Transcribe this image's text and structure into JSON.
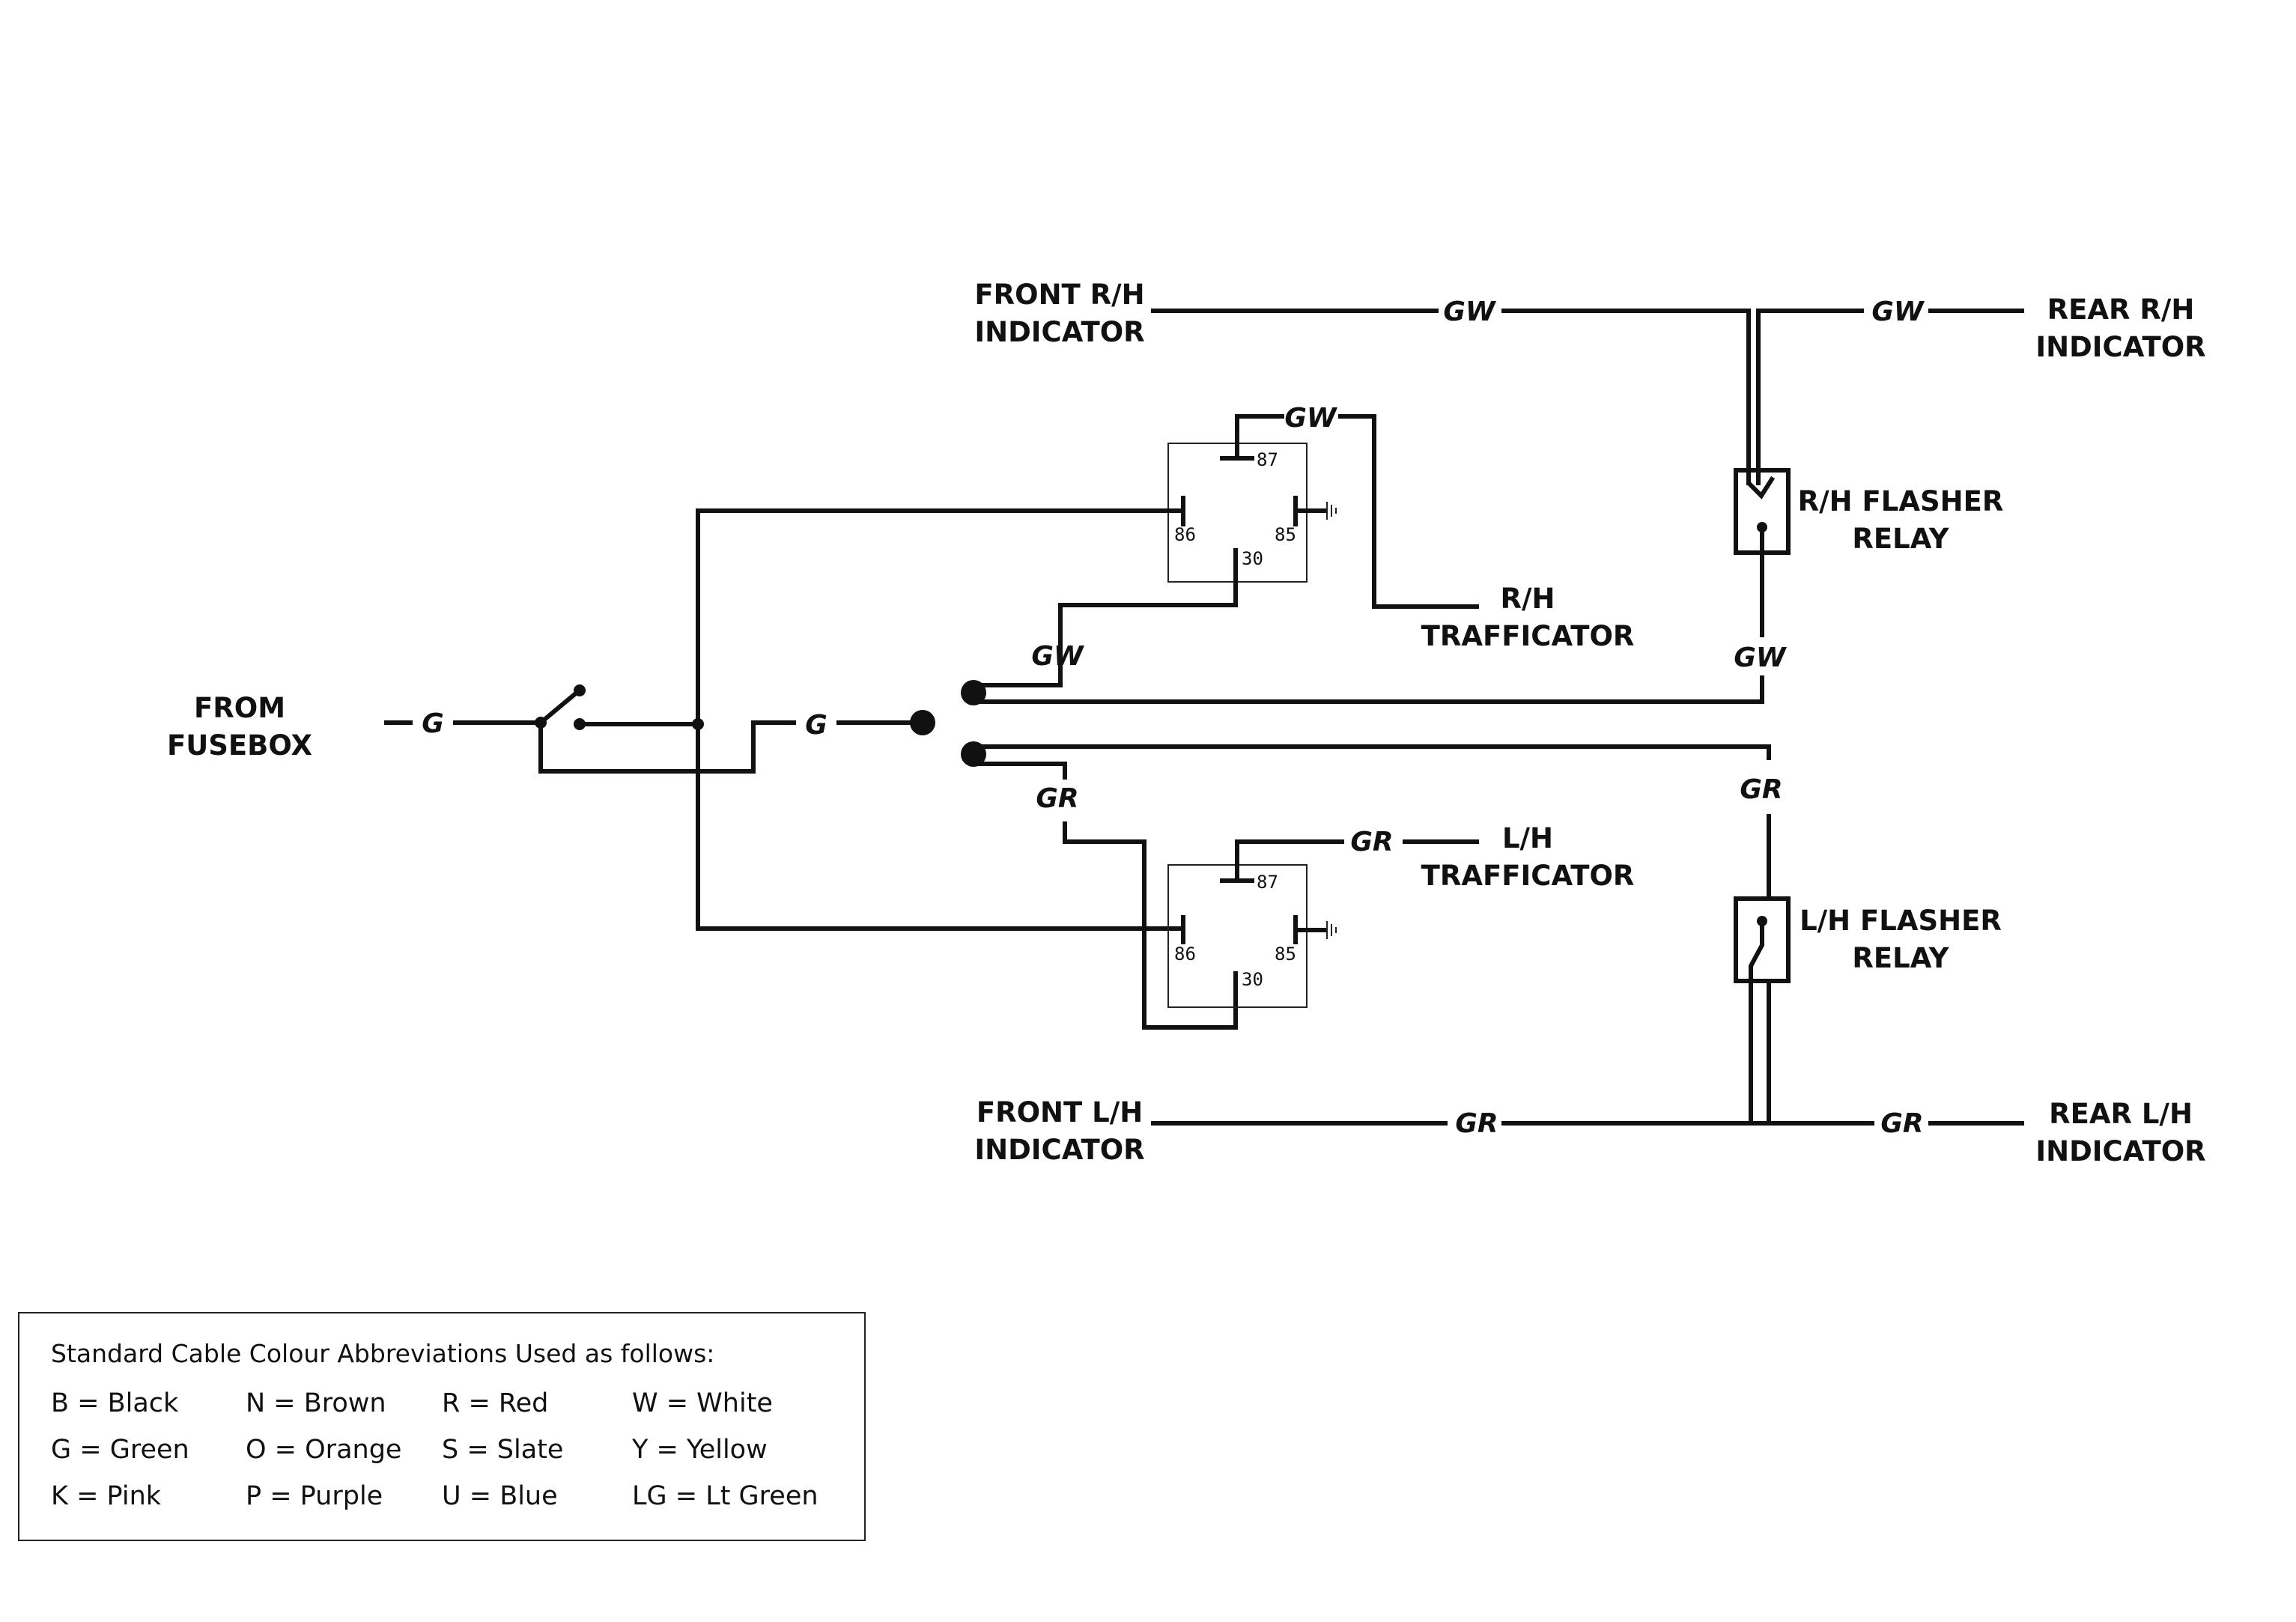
{
  "labels": {
    "front_rh": [
      "FRONT R/H",
      "INDICATOR"
    ],
    "rear_rh": [
      "REAR R/H",
      "INDICATOR"
    ],
    "rh_flasher": [
      "R/H FLASHER",
      "RELAY"
    ],
    "rh_trafficator": [
      "R/H",
      "TRAFFICATOR"
    ],
    "from_fusebox": [
      "FROM",
      "FUSEBOX"
    ],
    "lh_trafficator": [
      "L/H",
      "TRAFFICATOR"
    ],
    "lh_flasher": [
      "L/H FLASHER",
      "RELAY"
    ],
    "front_lh": [
      "FRONT L/H",
      "INDICATOR"
    ],
    "rear_lh": [
      "REAR L/H",
      "INDICATOR"
    ]
  },
  "wire_labels": {
    "gw_front": "GW",
    "gw_rear": "GW",
    "gw_relay_top": "GW",
    "gw_left": "GW",
    "gw_right": "GW",
    "g_fuse": "G",
    "g_switch": "G",
    "gr_left": "GR",
    "gr_right": "GR",
    "gr_relay_top": "GR",
    "gr_front": "GR",
    "gr_rear": "GR"
  },
  "relay_upper": {
    "pin87": "87",
    "pin86": "86",
    "pin85": "85",
    "pin30": "30"
  },
  "relay_lower": {
    "pin87": "87",
    "pin86": "86",
    "pin85": "85",
    "pin30": "30"
  },
  "legend": {
    "title": "Standard Cable Colour Abbreviations Used as follows:",
    "items": [
      "B = Black",
      "N = Brown",
      "R = Red",
      "W = White",
      "G = Green",
      "O = Orange",
      "S = Slate",
      "Y = Yellow",
      "K = Pink",
      "P = Purple",
      "U = Blue",
      "LG = Lt Green"
    ]
  }
}
